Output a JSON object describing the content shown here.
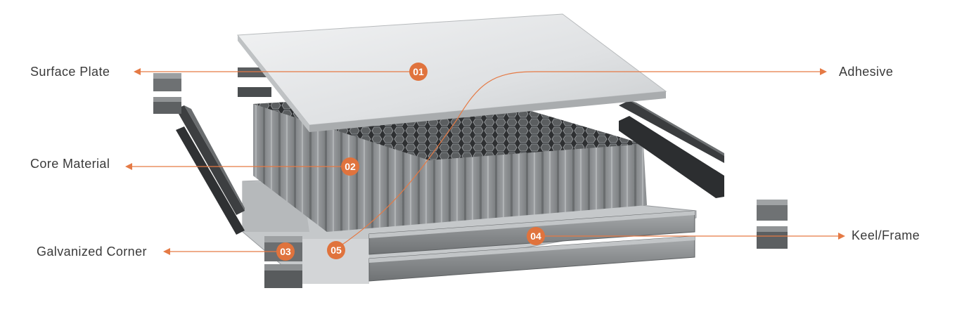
{
  "colors": {
    "accent": "#e0733d",
    "line": "#e57a45",
    "text": "#3a3a3a",
    "plate": "#e2e4e6",
    "frame_dark": "#3b3b3b",
    "metal": "#8f9294"
  },
  "callouts": [
    {
      "id": "surface-plate",
      "number": "01",
      "label": "Surface Plate"
    },
    {
      "id": "core-material",
      "number": "02",
      "label": "Core Material"
    },
    {
      "id": "galvanized-corner",
      "number": "03",
      "label": "Galvanized Corner"
    },
    {
      "id": "keel-frame",
      "number": "04",
      "label": "Keel/Frame"
    },
    {
      "id": "adhesive",
      "number": "05",
      "label": "Adhesive"
    }
  ]
}
